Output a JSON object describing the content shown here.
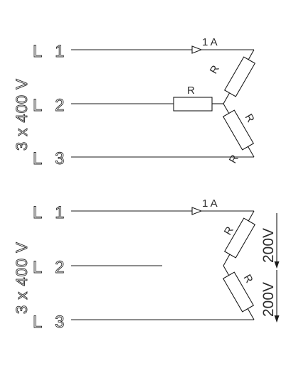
{
  "top_circuit": {
    "supply_label": "3 x 400 V",
    "lines": [
      "L 1",
      "L 2",
      "L 3"
    ],
    "current_label": "1 A",
    "resistor_labels": [
      "R",
      "R",
      "R",
      "R"
    ]
  },
  "bottom_circuit": {
    "supply_label": "3 x 400 V",
    "lines": [
      "L 1",
      "L 2",
      "L 3"
    ],
    "current_label": "1 A",
    "resistor_labels": [
      "R",
      "R"
    ],
    "voltage_labels": [
      "200V",
      "200V"
    ]
  }
}
